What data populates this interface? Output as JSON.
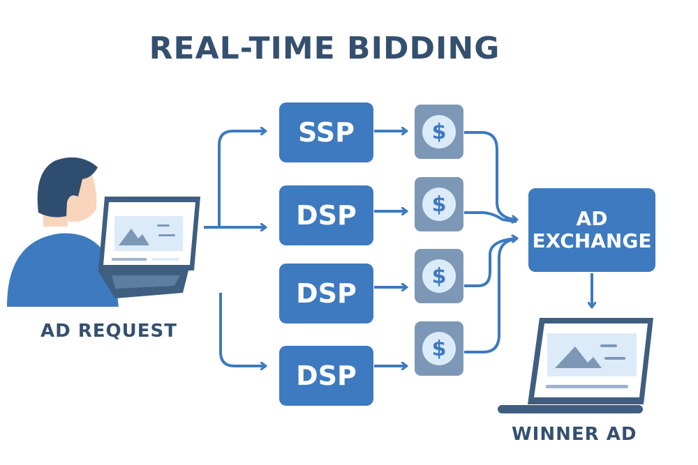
{
  "title": "REAL-TIME BIDDING",
  "source": {
    "label": "AD REQUEST"
  },
  "nodes": [
    {
      "label": "SSP"
    },
    {
      "label": "DSP"
    },
    {
      "label": "DSP"
    },
    {
      "label": "DSP"
    }
  ],
  "bids": [
    {
      "symbol": "$"
    },
    {
      "symbol": "$"
    },
    {
      "symbol": "$"
    },
    {
      "symbol": "$"
    }
  ],
  "exchange": {
    "line1": "AD",
    "line2": "EXCHANGE"
  },
  "result": {
    "label": "WINNER AD"
  },
  "colors": {
    "primary": "#3d7abf",
    "dark": "#35506f",
    "coin_bg": "#7d98b6",
    "coin_fg": "#dcebfa"
  }
}
